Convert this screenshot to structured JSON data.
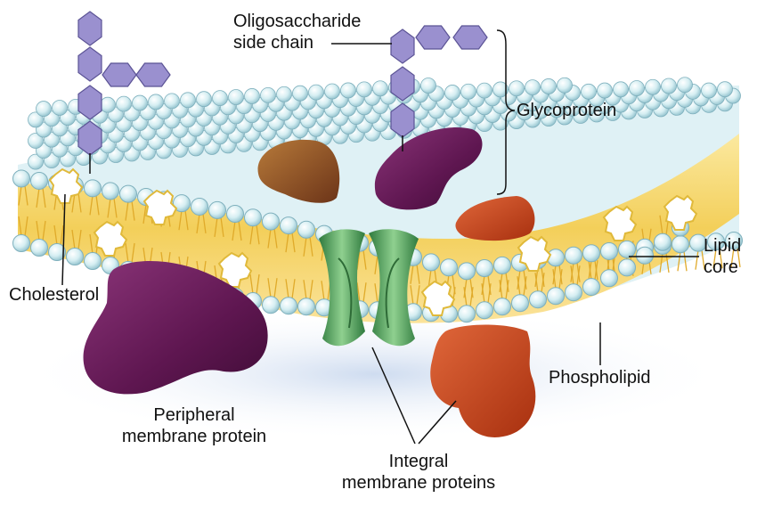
{
  "labels": {
    "oligosaccharide": [
      "Oligosaccharide",
      "side chain"
    ],
    "glycoprotein": "Glycoprotein",
    "lipid_core": [
      "Lipid",
      "core"
    ],
    "cholesterol": "Cholesterol",
    "phospholipid": "Phospholipid",
    "peripheral": [
      "Peripheral",
      "membrane protein"
    ],
    "integral": [
      "Integral",
      "membrane proteins"
    ]
  },
  "colors": {
    "sugar": "#9a90cf",
    "sugar_edge": "#5b5395",
    "lipid_head": "#c8e6ec",
    "lipid_head_edge": "#7fb0bd",
    "lipid_core": "#f6d873",
    "cholesterol": "#ffffff",
    "peripheral_protein": "#6a1d5a",
    "glycoprotein": "#5b1550",
    "channel_protein": "#5aa866",
    "brown_protein": "#8b4a26",
    "orange_protein": "#cc4a22"
  }
}
